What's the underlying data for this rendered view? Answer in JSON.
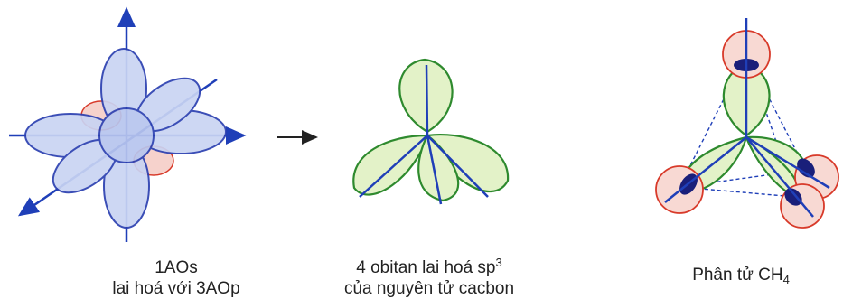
{
  "captions": {
    "left_line1": "1AOs",
    "left_line2": "lai hoá với 3AOp",
    "middle_line1_text": "4 obitan lai hoá sp",
    "middle_line1_sup": "3",
    "middle_line2": "của nguyên tử cacbon",
    "right_text": "Phân tử CH",
    "right_sub": "4"
  },
  "colors": {
    "axis_blue": "#1f3fb8",
    "lobe_blue_fill": "#c9d4f3",
    "lobe_blue_stroke": "#2b3fb0",
    "lobe_green_fill": "#e3f2c8",
    "lobe_green_stroke": "#2e8a2e",
    "hydrogen_red": "#d83a2a",
    "overlap_navy": "#1a1f7a"
  }
}
